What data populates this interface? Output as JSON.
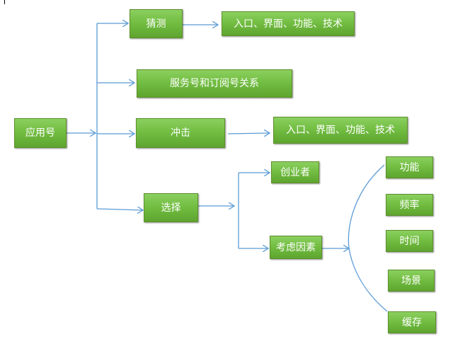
{
  "diagram": {
    "root": "应用号",
    "branches": {
      "guess": {
        "label": "猜测",
        "detail": "入口、界面、功能、技术"
      },
      "relation": {
        "label": "服务号和订阅号关系"
      },
      "impact": {
        "label": "冲击",
        "detail": "入口、界面、功能、技术"
      },
      "choice": {
        "label": "选择",
        "children": {
          "founder": {
            "label": "创业者"
          },
          "factors": {
            "label": "考虑因素",
            "items": [
              "功能",
              "频率",
              "时间",
              "场景",
              "缓存"
            ]
          }
        }
      }
    }
  },
  "colors": {
    "node_fill": "#73be43",
    "node_border": "#5d8f2b",
    "node_text": "#ffffff",
    "connector": "#5b9bd5"
  }
}
